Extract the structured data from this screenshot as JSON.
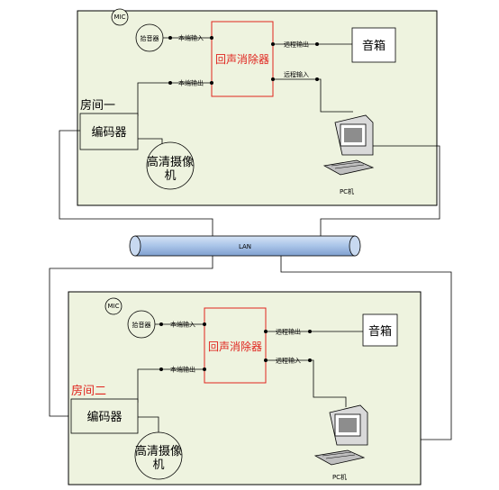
{
  "room1": {
    "title": "房间一",
    "mic": "MIC",
    "pickup": "拾音器",
    "local_in": "本端输入",
    "local_out": "本端输出",
    "canceller": "回声消除器",
    "remote_out": "远程输出",
    "remote_in": "远程输入",
    "speaker": "音箱",
    "encoder": "编码器",
    "camera_line1": "高清摄像",
    "camera_line2": "机",
    "pc": "PC机"
  },
  "lan": {
    "label": "LAN"
  },
  "room2": {
    "title": "房间二",
    "mic": "MIC",
    "pickup": "拾音器",
    "local_in": "本端输入",
    "local_out": "本端输出",
    "canceller": "回声消除器",
    "remote_out": "远程输出",
    "remote_in": "远程输入",
    "speaker": "音箱",
    "encoder": "编码器",
    "camera_line1": "高清摄像",
    "camera_line2": "机",
    "pc": "PC机"
  },
  "colors": {
    "room_bg": "#eef3df",
    "canceller_border": "#e0241e",
    "canceller_text": "#e0241e",
    "lan_blue": "#a9c4e8",
    "line": "#000000"
  }
}
